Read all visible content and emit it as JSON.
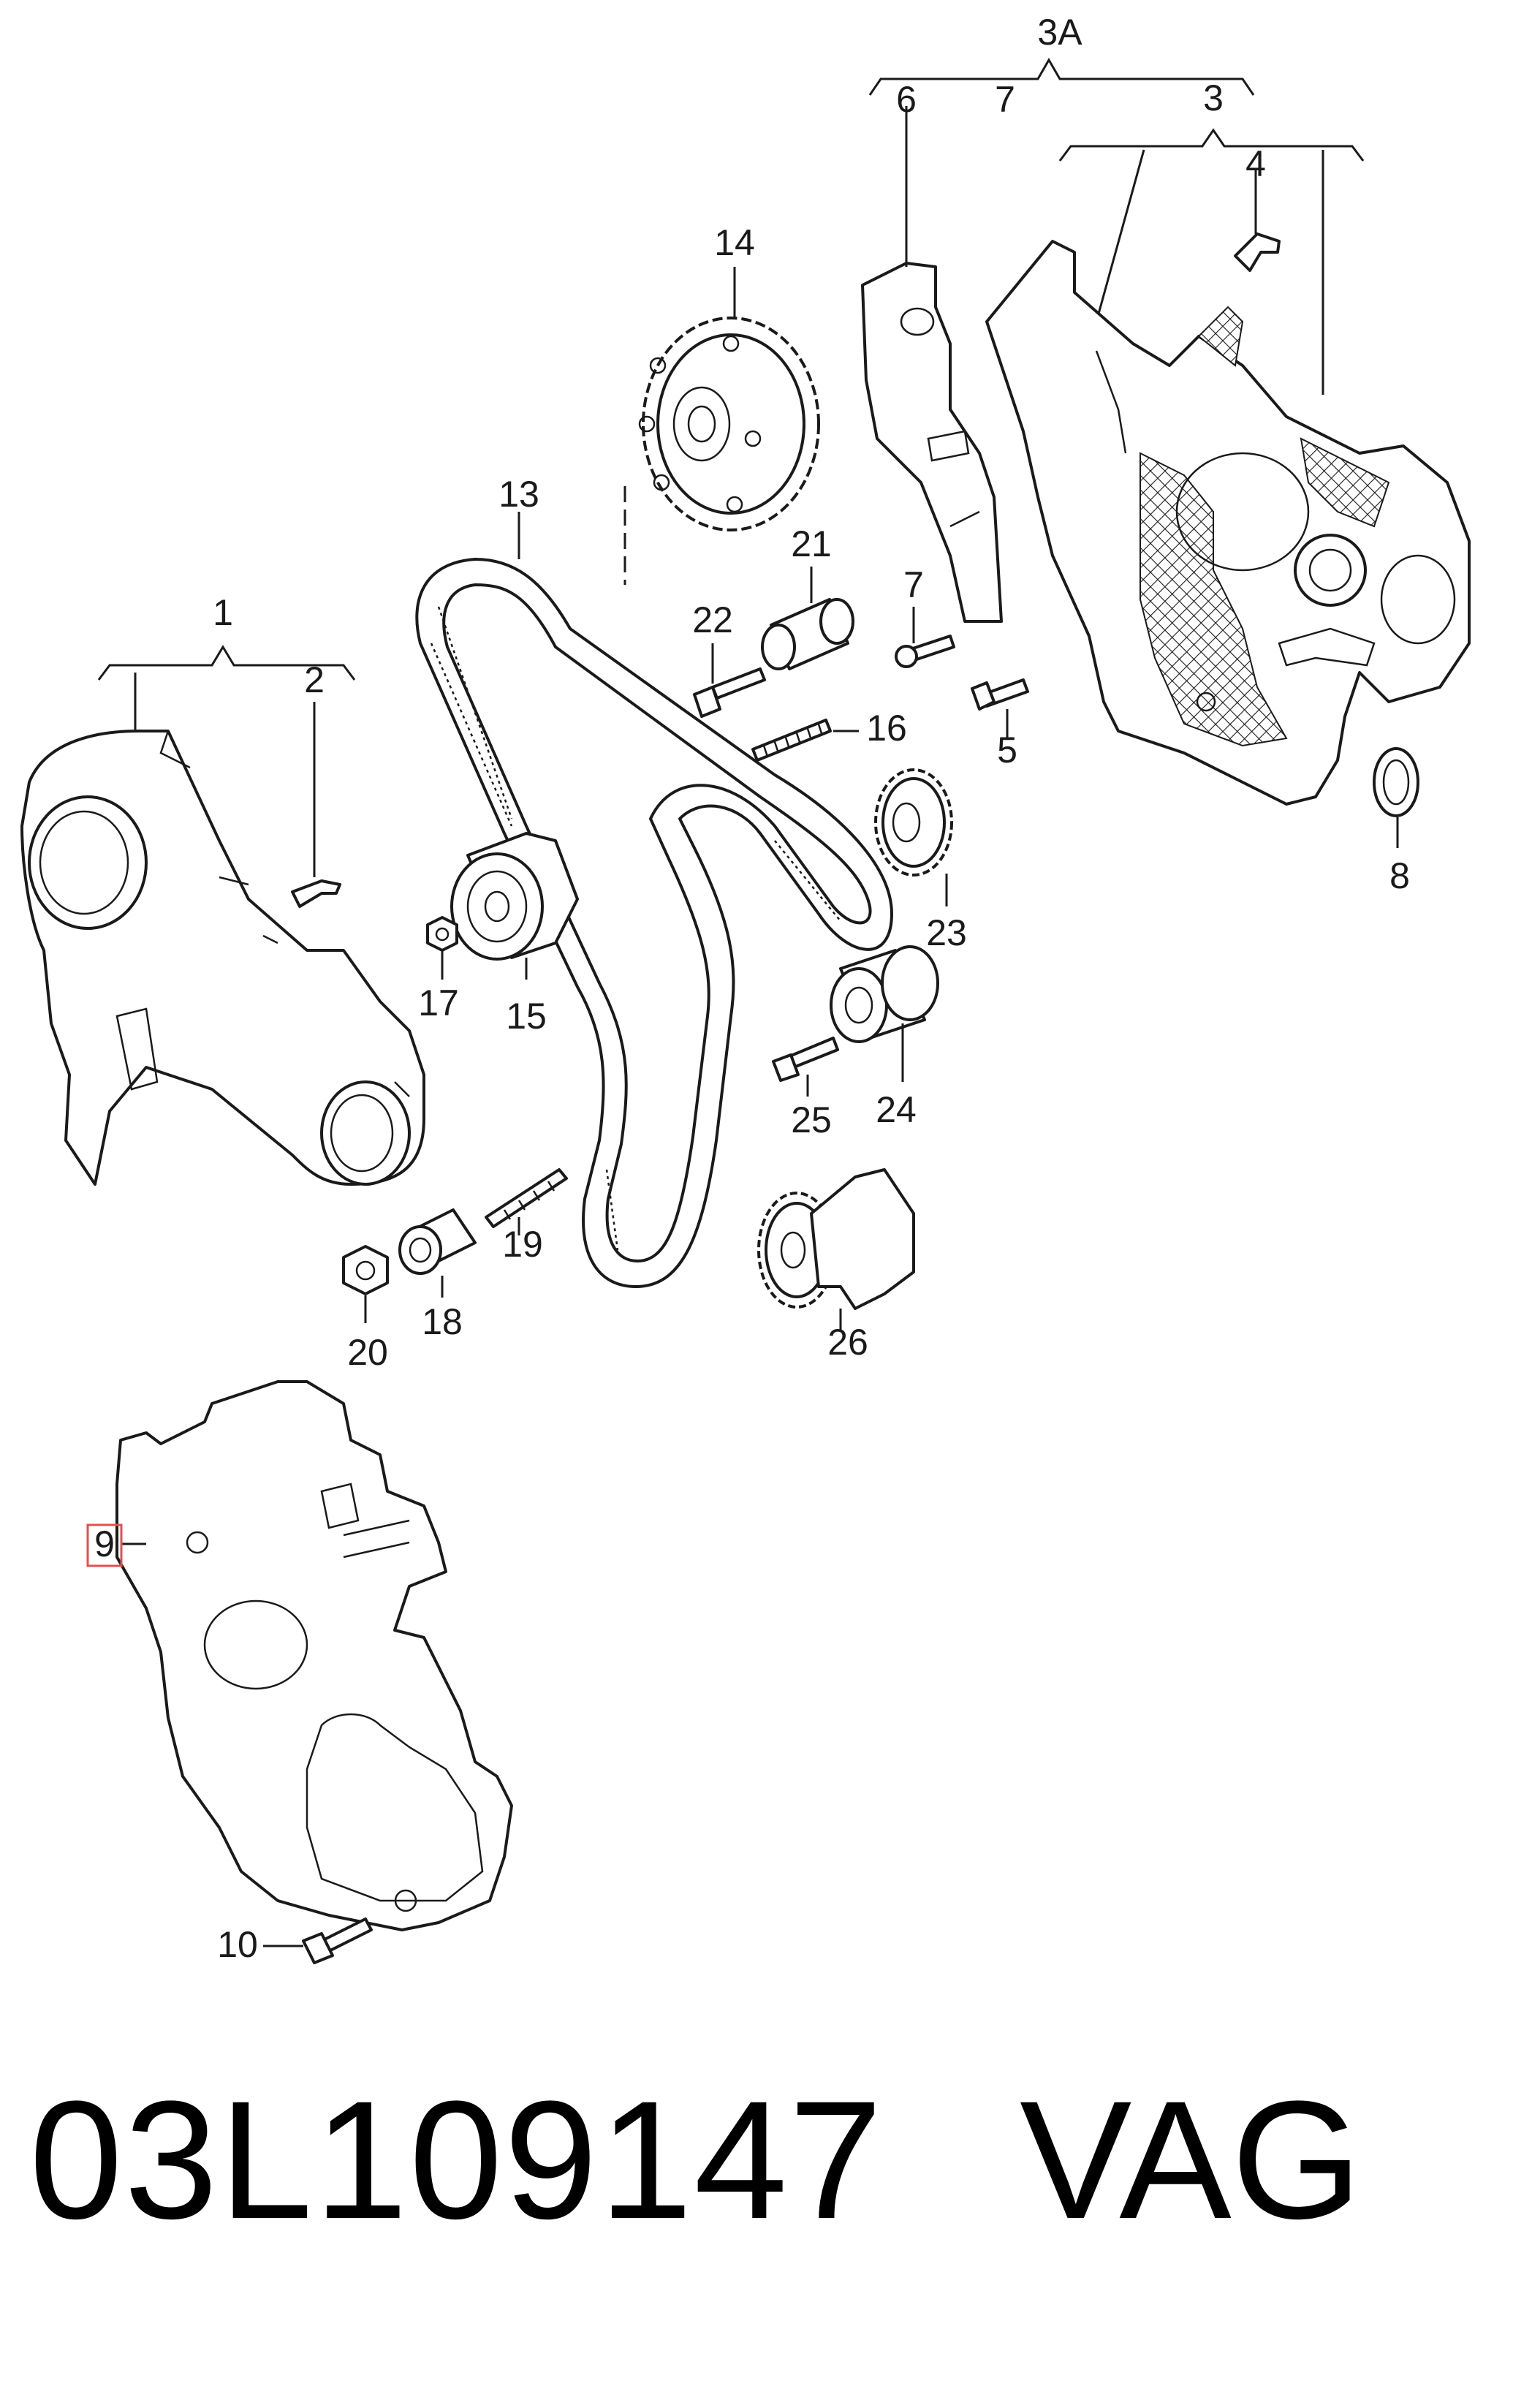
{
  "callouts": {
    "c1": "1",
    "c2": "2",
    "c3": "3",
    "c3a": "3A",
    "c4": "4",
    "c5": "5",
    "c6": "6",
    "c7a": "7",
    "c7b": "7",
    "c8": "8",
    "c9": "9",
    "c10": "10",
    "c13": "13",
    "c14": "14",
    "c15": "15",
    "c16": "16",
    "c17": "17",
    "c18": "18",
    "c19": "19",
    "c20": "20",
    "c21": "21",
    "c22": "22",
    "c23": "23",
    "c24": "24",
    "c25": "25",
    "c26": "26"
  },
  "highlighted_callout": "9",
  "footer": {
    "part_number": "03L109147",
    "brand": "VAG"
  },
  "colors": {
    "line": "#1a1a1a",
    "highlight": "#e05050",
    "background": "#ffffff"
  }
}
